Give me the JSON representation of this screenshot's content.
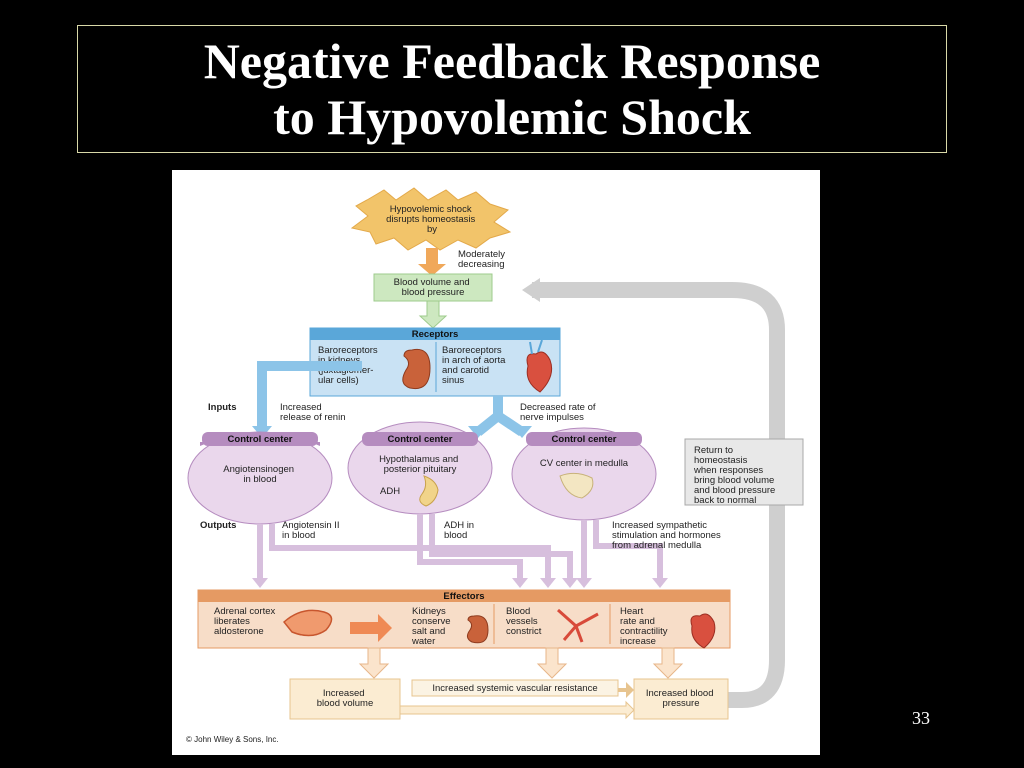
{
  "slide": {
    "title_line1": "Negative Feedback Response",
    "title_line2": "to Hypovolemic Shock",
    "slide_number": "33"
  },
  "diagram": {
    "stimulus": [
      "Hypovolemic shock",
      "disrupts homeostasis",
      "by"
    ],
    "stimulus_effect": [
      "Moderately",
      "decreasing"
    ],
    "controlled_condition": [
      "Blood volume and",
      "blood pressure"
    ],
    "receptors": {
      "header": "Receptors",
      "kidney": [
        "Baroreceptors",
        "in kidneys",
        "(juxtaglomer-",
        "ular cells)"
      ],
      "aorta": [
        "Baroreceptors",
        "in arch of aorta",
        "and carotid",
        "sinus"
      ]
    },
    "inputs": {
      "label": "Inputs",
      "renin": [
        "Increased",
        "release of renin"
      ],
      "nerve": [
        "Decreased rate of",
        "nerve impulses"
      ]
    },
    "control_centers": {
      "header": "Control center",
      "c1": [
        "Angiotensinogen",
        "in blood"
      ],
      "c2": [
        "Hypothalamus and",
        "posterior pituitary"
      ],
      "c2_hormone": "ADH",
      "c3": [
        "CV center in medulla"
      ]
    },
    "outputs": {
      "label": "Outputs",
      "o1": [
        "Angiotensin II",
        "in blood"
      ],
      "o2": [
        "ADH in",
        "blood"
      ],
      "o3": [
        "Increased sympathetic",
        "stimulation and hormones",
        "from adrenal medulla"
      ]
    },
    "return": [
      "Return to",
      "homeostasis",
      "when responses",
      "bring blood volume",
      "and blood pressure",
      "back to normal"
    ],
    "effectors": {
      "header": "Effectors",
      "e1": [
        "Adrenal cortex",
        "liberates",
        "aldosterone"
      ],
      "e2": [
        "Kidneys",
        "conserve",
        "salt and",
        "water"
      ],
      "e3": [
        "Blood",
        "vessels",
        "constrict"
      ],
      "e4": [
        "Heart",
        "rate and",
        "contractility",
        "increase"
      ]
    },
    "responses": {
      "volume": [
        "Increased",
        "blood volume"
      ],
      "resistance": "Increased systemic vascular resistance",
      "pressure": [
        "Increased blood",
        "pressure"
      ]
    },
    "copyright": "© John Wiley & Sons, Inc."
  },
  "colors": {
    "background": "#000000",
    "title_text": "#ffffff",
    "receptor_blue": "#5aa7d9",
    "receptor_fill": "#c9e2f4",
    "control_purple": "#b58cbf",
    "control_fill": "#ead7ec",
    "effector_orange": "#e59a63",
    "effector_fill": "#f7ddc8",
    "stimulus_yellow": "#f2c46a",
    "condition_green": "#cde8c0",
    "response_fill": "#fbecd2",
    "return_gray": "#c8c8c8"
  }
}
